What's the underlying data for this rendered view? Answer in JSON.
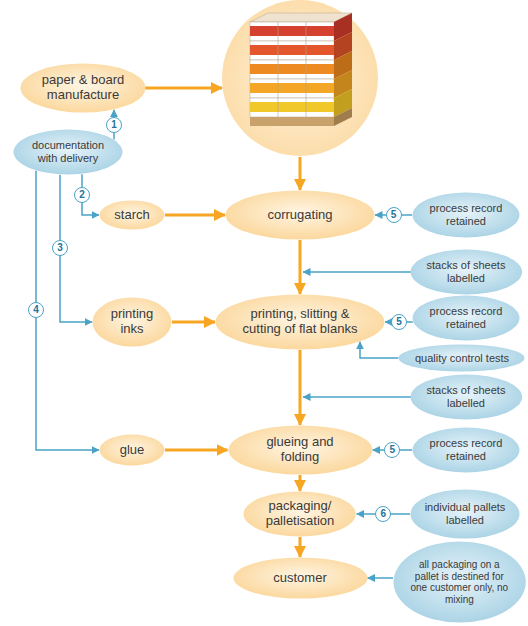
{
  "diagram": {
    "nodes": [
      {
        "text": [
          "paper & board manufacture"
        ]
      },
      {
        "text": [
          "documentation with delivery"
        ]
      },
      {
        "text": [
          "starch"
        ]
      },
      {
        "text": [
          "corrugating"
        ]
      },
      {
        "text": [
          "process record retained"
        ]
      },
      {
        "text": [
          "stacks of sheets labelled"
        ]
      },
      {
        "text": [
          "printing inks"
        ]
      },
      {
        "text": [
          "printing, slitting & cutting of flat blanks"
        ]
      },
      {
        "text": [
          "process record retained"
        ]
      },
      {
        "text": [
          "quality control tests"
        ]
      },
      {
        "text": [
          "stacks of sheets labelled"
        ]
      },
      {
        "text": [
          "glue"
        ]
      },
      {
        "text": [
          "glueing and folding"
        ]
      },
      {
        "text": [
          "process record retained"
        ]
      },
      {
        "text": [
          "packaging/ palletisation"
        ]
      },
      {
        "text": [
          "individual pallets labelled"
        ]
      },
      {
        "text": [
          "customer"
        ]
      },
      {
        "text": [
          "all packaging on a pallet is destined for one customer only, no mixing"
        ]
      }
    ],
    "edges": [
      {
        "from": 1,
        "to": 0,
        "arrow": "to",
        "label": "1"
      },
      {
        "from": 1,
        "to": 2,
        "arrow": "to",
        "label": "2"
      },
      {
        "from": 1,
        "to": 6,
        "arrow": "to",
        "label": "3"
      },
      {
        "from": 1,
        "to": 11,
        "arrow": "to",
        "label": "4"
      },
      {
        "from": 2,
        "to": 3,
        "arrow": "to"
      },
      {
        "from": 3,
        "to": 7,
        "arrow": "to"
      },
      {
        "from": 6,
        "to": 7,
        "arrow": "to"
      },
      {
        "from": 7,
        "to": 12,
        "arrow": "to"
      },
      {
        "from": 11,
        "to": 12,
        "arrow": "to"
      },
      {
        "from": 12,
        "to": 14,
        "arrow": "to"
      },
      {
        "from": 14,
        "to": 16,
        "arrow": "to"
      },
      {
        "from": 4,
        "to": 3,
        "arrow": "to",
        "label": "5"
      },
      {
        "from": 8,
        "to": 7,
        "arrow": "to",
        "label": "5"
      },
      {
        "from": 9,
        "to": 7,
        "arrow": "to"
      },
      {
        "from": 13,
        "to": 12,
        "arrow": "to",
        "label": "5"
      },
      {
        "from": 15,
        "to": 14,
        "arrow": "to",
        "label": "6"
      },
      {
        "from": 17,
        "to": 16,
        "arrow": "to"
      }
    ]
  }
}
